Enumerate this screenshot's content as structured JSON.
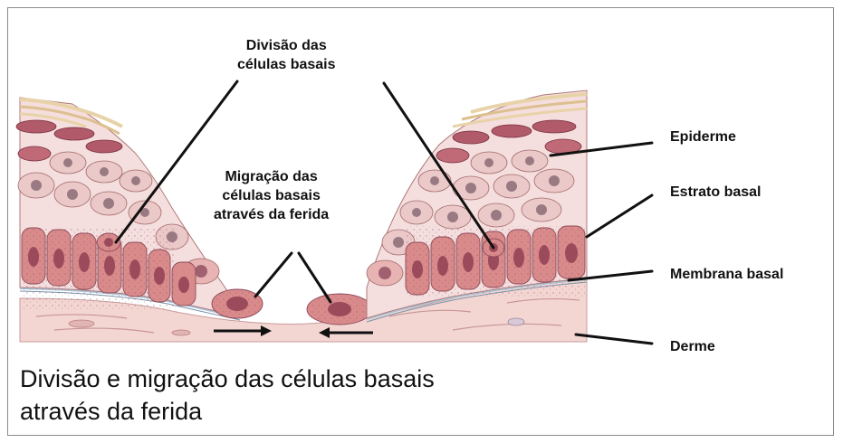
{
  "labels": {
    "divisao_line1": "Divisão das",
    "divisao_line2": "células basais",
    "migracao_line1": "Migração das",
    "migracao_line2": "células basais",
    "migracao_line3": "através da ferida",
    "epiderme": "Epiderme",
    "estrato_basal": "Estrato basal",
    "membrana_basal": "Membrana basal",
    "derme": "Derme"
  },
  "title": {
    "line1": "Divisão e migração das células basais",
    "line2": "através da ferida"
  },
  "colors": {
    "cell_fill": "#e8b3b3",
    "basal_cell_fill": "#d98a8a",
    "nucleus": "#8b4a5a",
    "top_layer": "#b05a6a",
    "dermis": "#f3d6d2",
    "membrane": "#a8c4d8",
    "keratin": "#e8d3a8"
  }
}
